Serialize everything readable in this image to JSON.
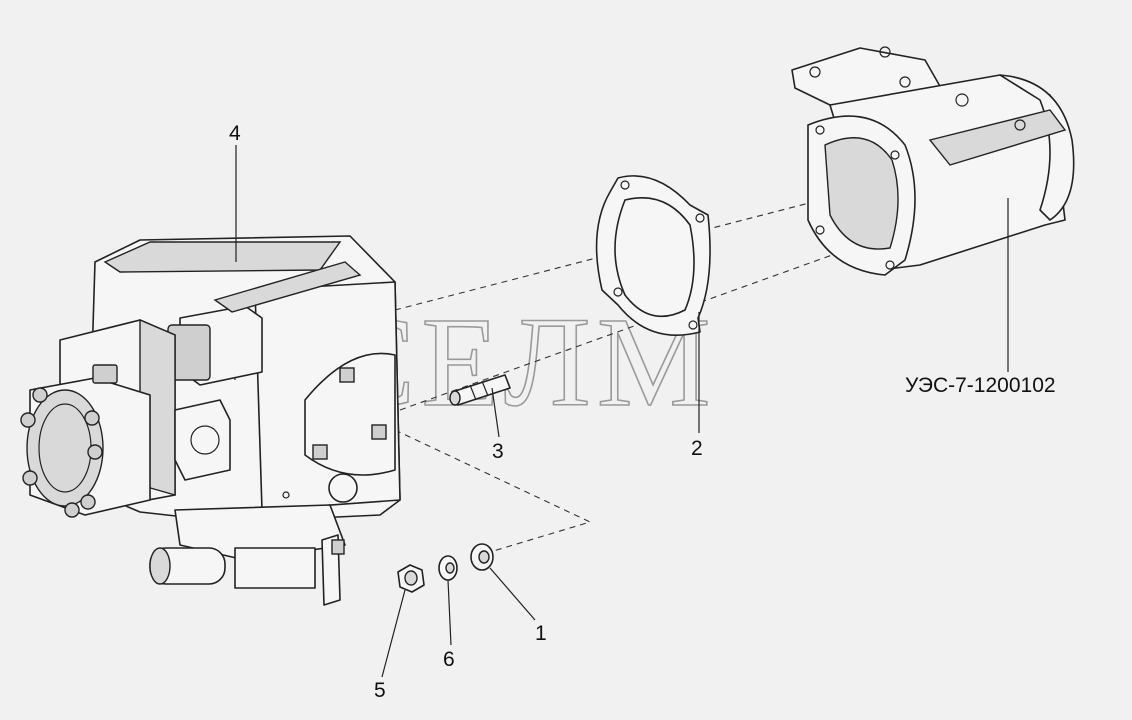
{
  "watermark": "СЕЛМ",
  "callouts": {
    "c1": "1",
    "c2": "2",
    "c3": "3",
    "c4": "4",
    "c5": "5",
    "c6": "6",
    "assembly": "УЭС-7-1200102"
  }
}
